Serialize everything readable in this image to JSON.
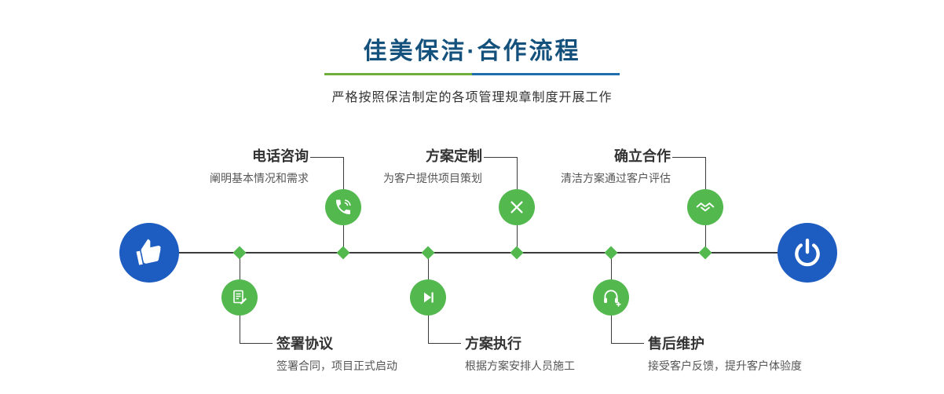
{
  "header": {
    "title": "佳美保洁·合作流程",
    "subtitle": "严格按照保洁制定的各项管理规章制度开展工作"
  },
  "endpoints": {
    "start_icon": "pointing-hand-icon",
    "end_icon": "power-icon"
  },
  "steps": {
    "top": [
      {
        "title": "电话咨询",
        "desc": "阐明基本情况和需求",
        "icon": "phone-icon"
      },
      {
        "title": "方案定制",
        "desc": "为客户提供项目策划",
        "icon": "crossed-tools-icon"
      },
      {
        "title": "确立合作",
        "desc": "清洁方案通过客户评估",
        "icon": "handshake-icon"
      }
    ],
    "bottom": [
      {
        "title": "签署协议",
        "desc": "签署合同，项目正式启动",
        "icon": "contract-icon"
      },
      {
        "title": "方案执行",
        "desc": "根据方案安排人员施工",
        "icon": "play-icon"
      },
      {
        "title": "售后维护",
        "desc": "接受客户反馈，提升客户体验度",
        "icon": "headset-icon"
      }
    ]
  },
  "colors": {
    "title": "#15517d",
    "green": "#53b84e",
    "blue": "#1d5cc0",
    "line": "#3b3b3b",
    "underline-green": "#6fae3b",
    "underline-blue": "#1f6fae",
    "text-dark": "#333333",
    "text-muted": "#555555"
  }
}
